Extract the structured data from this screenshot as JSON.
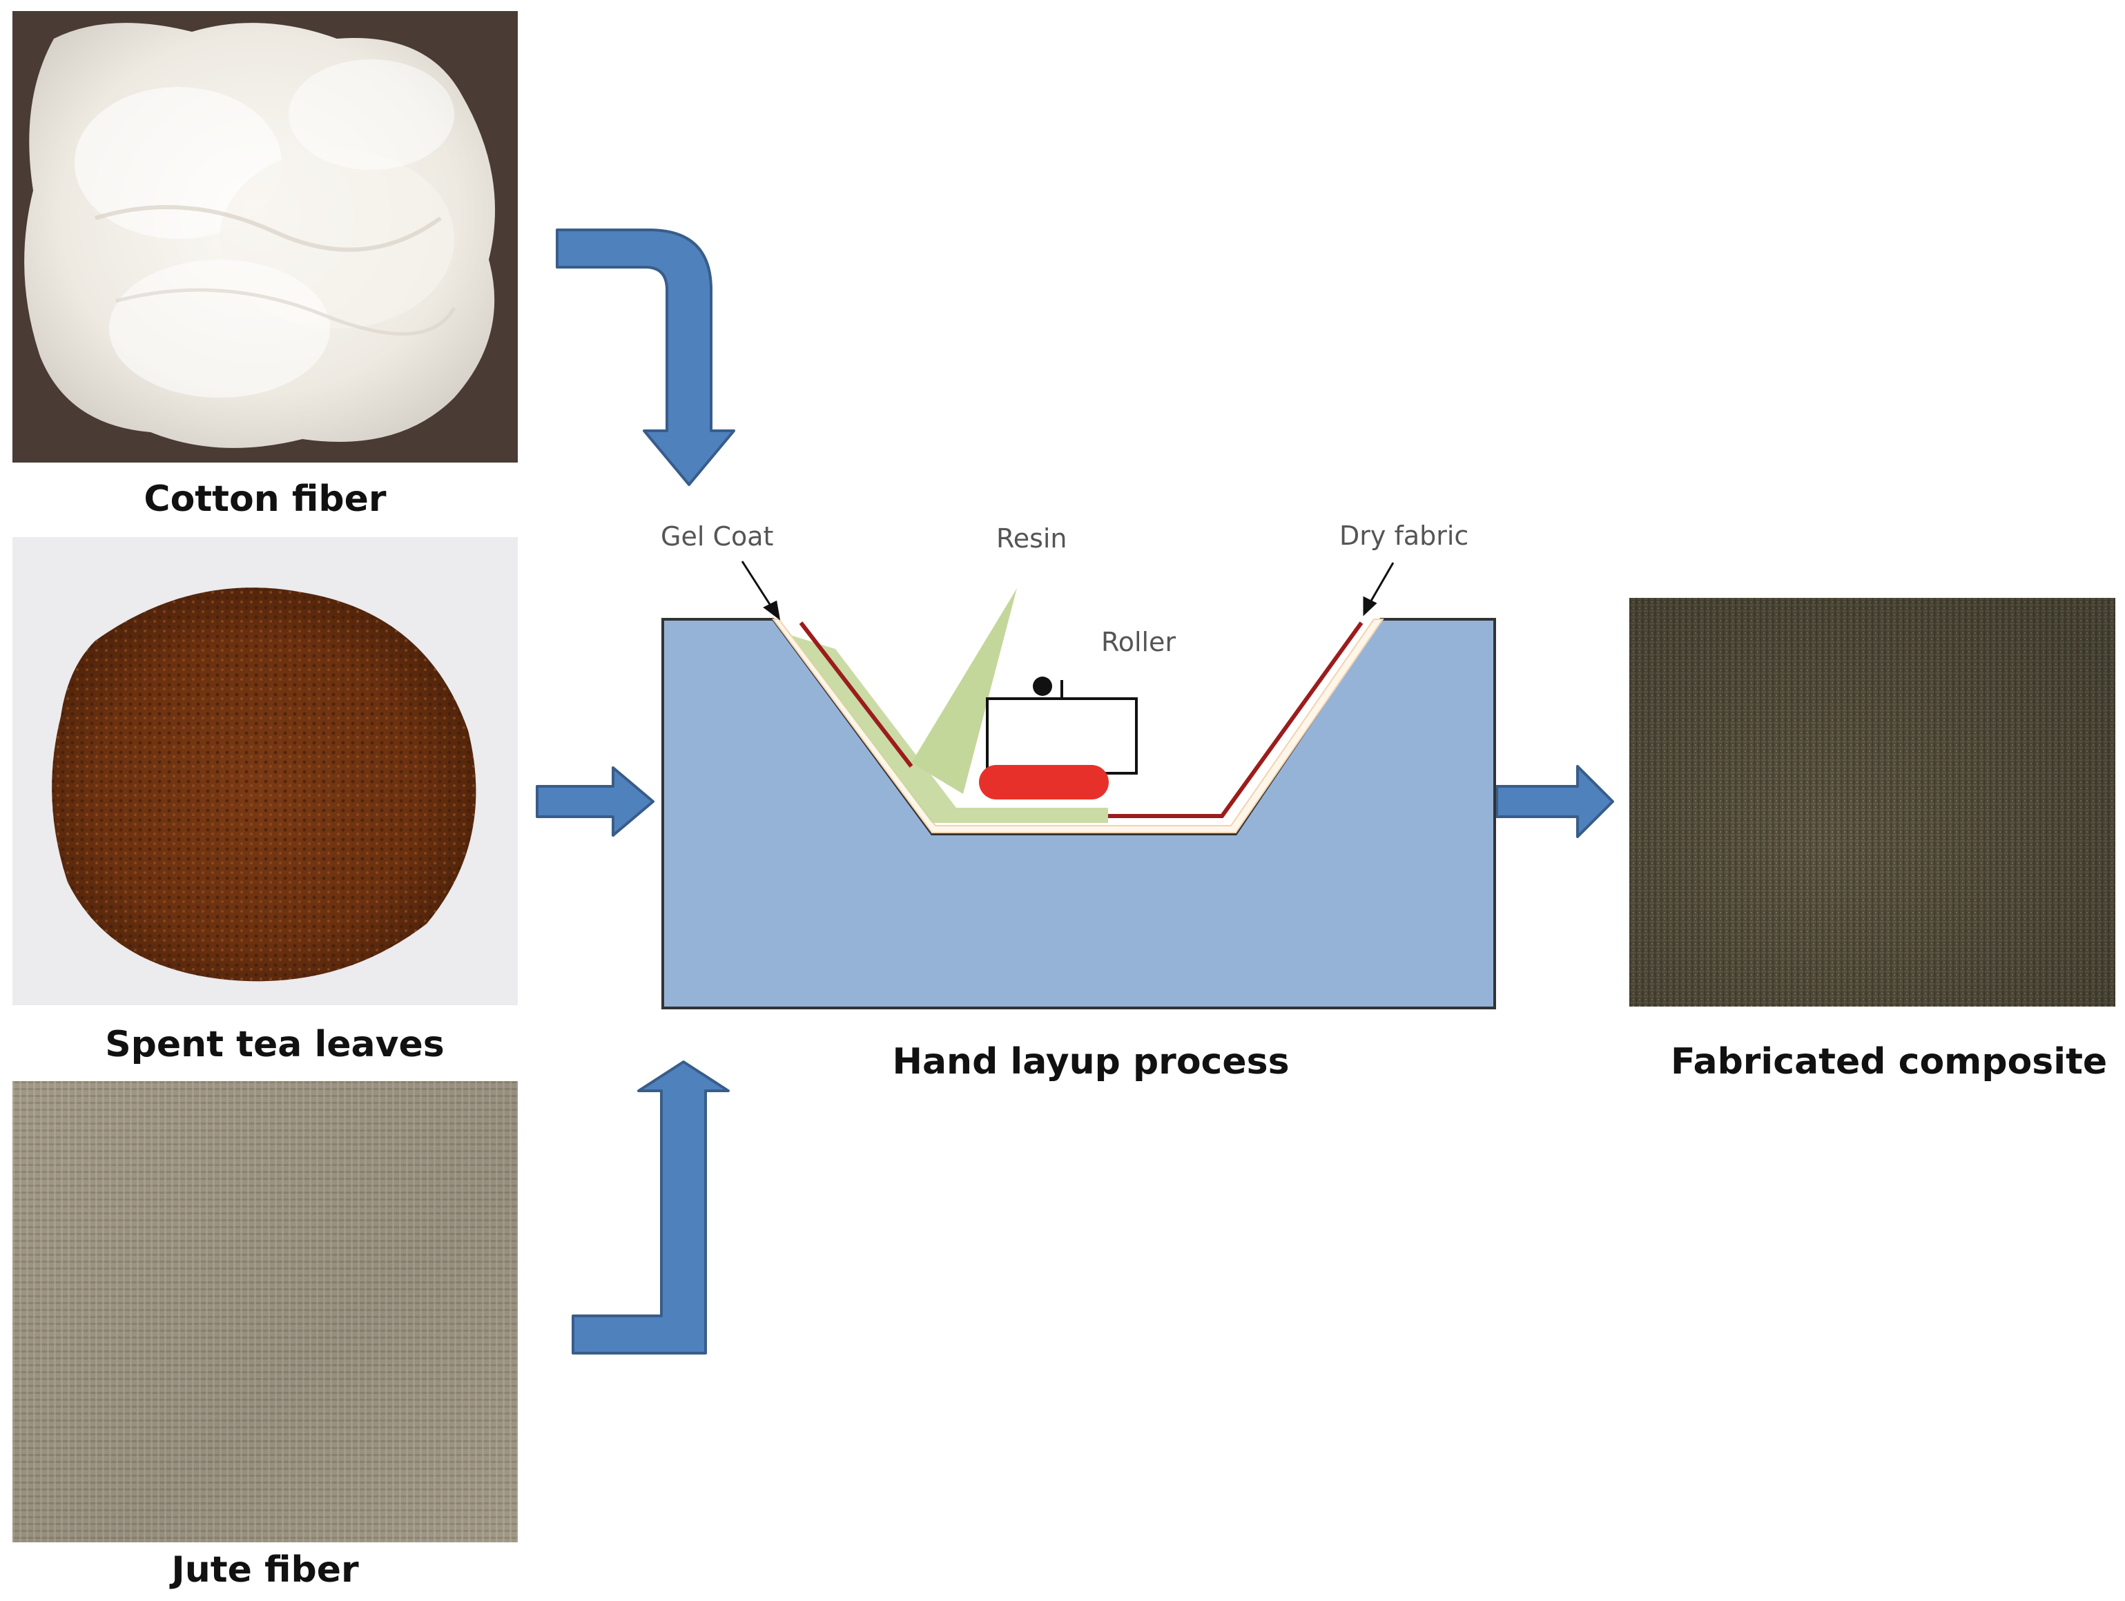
{
  "inputs": [
    {
      "label": "Cotton fiber"
    },
    {
      "label": "Spent tea leaves"
    },
    {
      "label": "Jute fiber"
    }
  ],
  "process": {
    "label": "Hand layup process",
    "callouts": {
      "gel_coat": "Gel Coat",
      "resin": "Resin",
      "roller": "Roller",
      "dry_fabric": "Dry fabric"
    }
  },
  "output": {
    "label": "Fabricated composite"
  },
  "colors": {
    "arrow_fill": "#4f81bd",
    "arrow_stroke": "#385d8a",
    "mold_fill": "#95b3d7",
    "roller": "#e8302a",
    "fabric_line": "#9c1c1c",
    "resin_fill": "#c4d79b"
  }
}
